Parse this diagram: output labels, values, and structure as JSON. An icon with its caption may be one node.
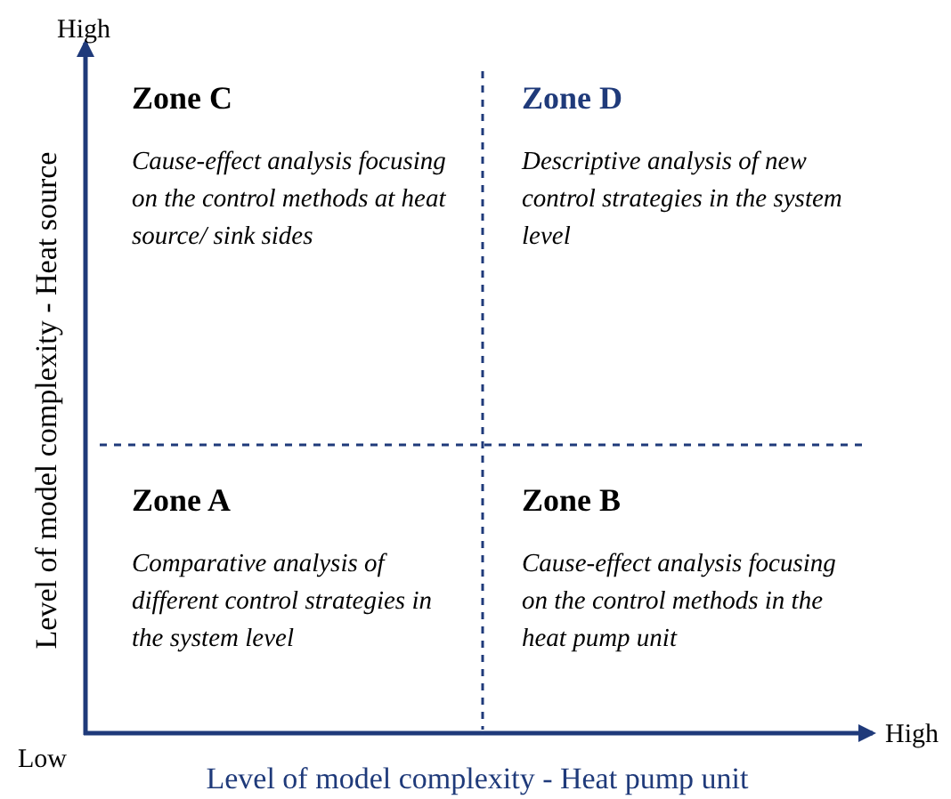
{
  "diagram": {
    "nodes": [
      {
        "text": [
          "Zone C",
          "Cause-effect analysis focusing on the control methods at heat source/ sink sides"
        ]
      },
      {
        "text": [
          "Zone D",
          "Descriptive analysis of new control strategies in the system level"
        ]
      },
      {
        "text": [
          "Zone A",
          "Comparative analysis of different control strategies in the system level"
        ]
      },
      {
        "text": [
          "Zone B",
          "Cause-effect analysis focusing on the control methods in the heat pump unit"
        ]
      }
    ],
    "labels": [
      "High",
      "Low",
      "High",
      "Level of model complexity - Heat source",
      "Level of model complexity - Heat pump unit"
    ]
  }
}
